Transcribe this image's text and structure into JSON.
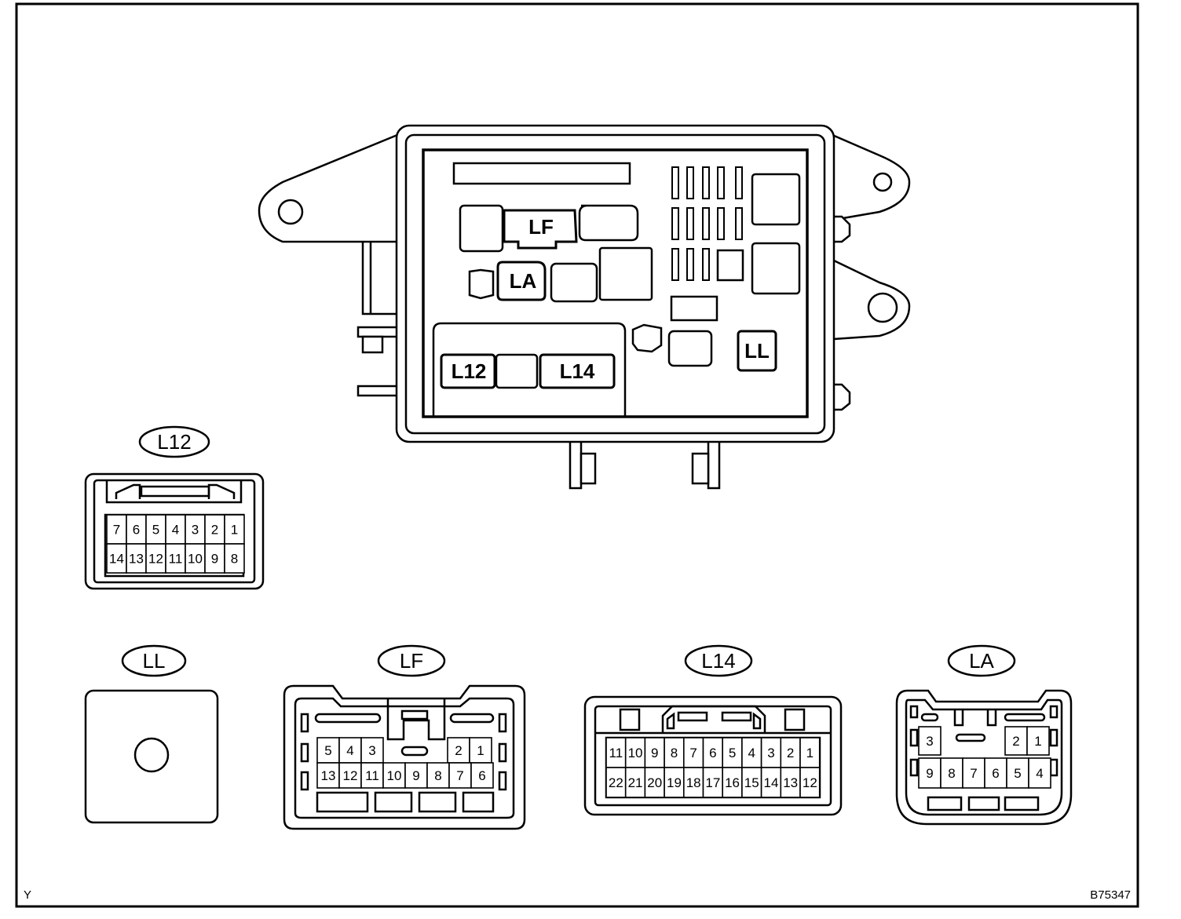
{
  "unit_labels": {
    "lf": "LF",
    "la": "LA",
    "l12": "L12",
    "l14": "L14",
    "ll": "LL"
  },
  "connectors": {
    "l12": {
      "label": "L12",
      "pins_top": [
        "7",
        "6",
        "5",
        "4",
        "3",
        "2",
        "1"
      ],
      "pins_bottom": [
        "14",
        "13",
        "12",
        "11",
        "10",
        "9",
        "8"
      ]
    },
    "ll": {
      "label": "LL"
    },
    "lf": {
      "label": "LF",
      "pins_top_left": [
        "5",
        "4",
        "3"
      ],
      "pins_top_right": [
        "2",
        "1"
      ],
      "pins_bottom": [
        "13",
        "12",
        "11",
        "10",
        "9",
        "8",
        "7",
        "6"
      ]
    },
    "l14": {
      "label": "L14",
      "pins_top": [
        "11",
        "10",
        "9",
        "8",
        "7",
        "6",
        "5",
        "4",
        "3",
        "2",
        "1"
      ],
      "pins_bottom": [
        "22",
        "21",
        "20",
        "19",
        "18",
        "17",
        "16",
        "15",
        "14",
        "13",
        "12"
      ]
    },
    "la": {
      "label": "LA",
      "pins_top_left": [
        "3"
      ],
      "pins_top_right": [
        "2",
        "1"
      ],
      "pins_bottom": [
        "9",
        "8",
        "7",
        "6",
        "5",
        "4"
      ]
    }
  },
  "corner_left": "Y",
  "corner_right": "B75347"
}
